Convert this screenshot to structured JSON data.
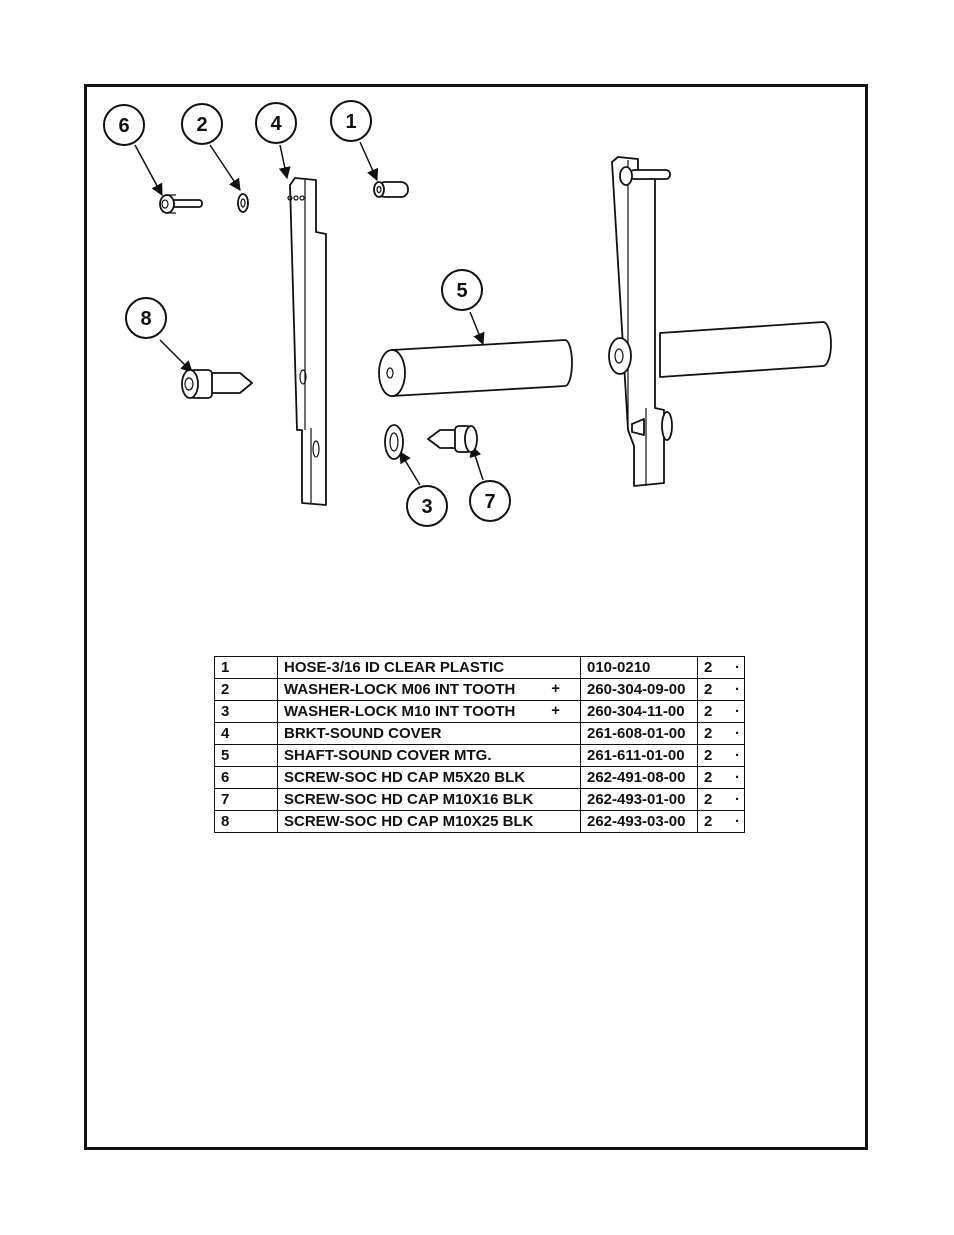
{
  "callouts": [
    {
      "id": "6",
      "label": "6"
    },
    {
      "id": "2",
      "label": "2"
    },
    {
      "id": "4",
      "label": "4"
    },
    {
      "id": "1",
      "label": "1"
    },
    {
      "id": "5",
      "label": "5"
    },
    {
      "id": "8",
      "label": "8"
    },
    {
      "id": "3",
      "label": "3"
    },
    {
      "id": "7",
      "label": "7"
    }
  ],
  "bom": {
    "rows": [
      {
        "item": "1",
        "description": "HOSE-3/16 ID CLEAR PLASTIC",
        "mark": "",
        "part_number": "010-0210",
        "qty": "2",
        "um": "·"
      },
      {
        "item": "2",
        "description": "WASHER-LOCK M06 INT TOOTH",
        "mark": "+",
        "part_number": "260-304-09-00",
        "qty": "2",
        "um": "·"
      },
      {
        "item": "3",
        "description": "WASHER-LOCK M10 INT TOOTH",
        "mark": "+",
        "part_number": "260-304-11-00",
        "qty": "2",
        "um": "·"
      },
      {
        "item": "4",
        "description": "BRKT-SOUND COVER",
        "mark": "",
        "part_number": "261-608-01-00",
        "qty": "2",
        "um": "·"
      },
      {
        "item": "5",
        "description": "SHAFT-SOUND COVER MTG.",
        "mark": "",
        "part_number": "261-611-01-00",
        "qty": "2",
        "um": "·"
      },
      {
        "item": "6",
        "description": "SCREW-SOC HD CAP M5X20 BLK",
        "mark": "",
        "part_number": "262-491-08-00",
        "qty": "2",
        "um": "·"
      },
      {
        "item": "7",
        "description": "SCREW-SOC HD CAP M10X16 BLK",
        "mark": "",
        "part_number": "262-493-01-00",
        "qty": "2",
        "um": "·"
      },
      {
        "item": "8",
        "description": "SCREW-SOC HD CAP M10X25 BLK",
        "mark": "",
        "part_number": "262-493-03-00",
        "qty": "2",
        "um": "·"
      }
    ]
  }
}
